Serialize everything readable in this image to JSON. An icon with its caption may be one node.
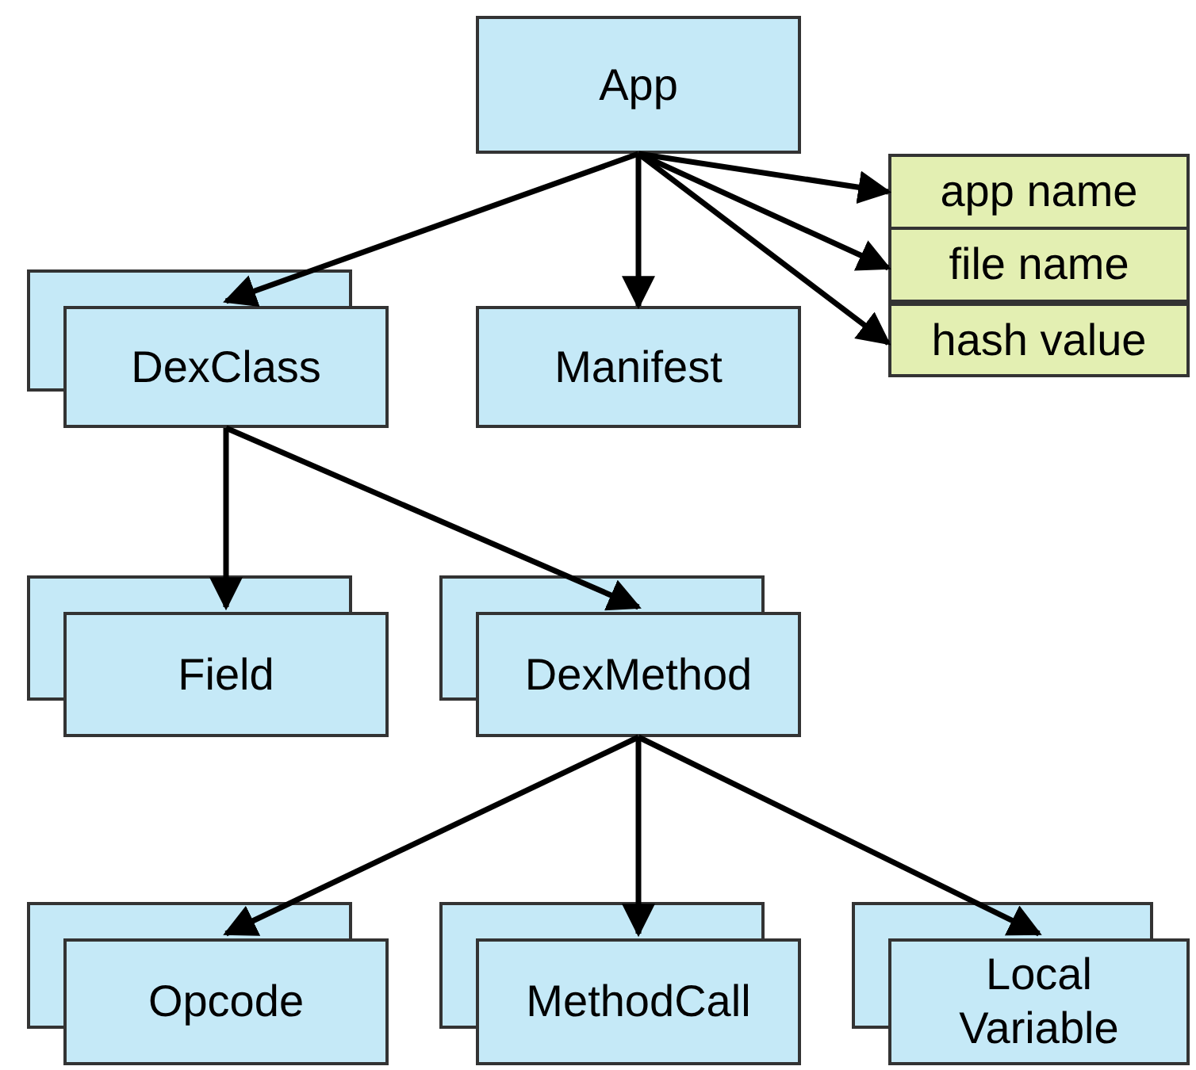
{
  "diagram": {
    "nodes": [
      {
        "text": [
          "App"
        ]
      },
      {
        "text": [
          "DexClass"
        ]
      },
      {
        "text": [
          "Manifest"
        ]
      },
      {
        "text": [
          "app name"
        ]
      },
      {
        "text": [
          "file name"
        ]
      },
      {
        "text": [
          "hash value"
        ]
      },
      {
        "text": [
          "Field"
        ]
      },
      {
        "text": [
          "DexMethod"
        ]
      },
      {
        "text": [
          "Opcode"
        ]
      },
      {
        "text": [
          "MethodCall"
        ]
      },
      {
        "text": [
          "Local Variable"
        ]
      }
    ],
    "edges": [
      {
        "from": 0,
        "to": 1,
        "arrow": "to"
      },
      {
        "from": 0,
        "to": 2,
        "arrow": "to"
      },
      {
        "from": 0,
        "to": 3,
        "arrow": "to"
      },
      {
        "from": 0,
        "to": 4,
        "arrow": "to"
      },
      {
        "from": 0,
        "to": 5,
        "arrow": "to"
      },
      {
        "from": 1,
        "to": 6,
        "arrow": "to"
      },
      {
        "from": 1,
        "to": 7,
        "arrow": "to"
      },
      {
        "from": 7,
        "to": 8,
        "arrow": "to"
      },
      {
        "from": 7,
        "to": 9,
        "arrow": "to"
      },
      {
        "from": 7,
        "to": 10,
        "arrow": "to"
      }
    ]
  }
}
